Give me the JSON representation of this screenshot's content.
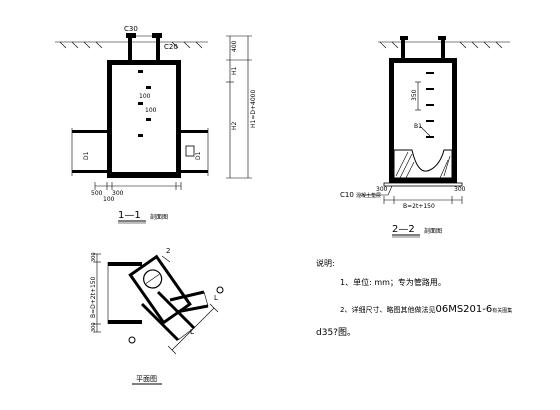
{
  "section_1_1": {
    "title": "1—1",
    "subtitle": "剖面图",
    "cover_label": "C30",
    "slab_label": "C20",
    "dim_top": "400",
    "dim_h1": "H1",
    "dim_h2": "H2",
    "dim_total": "H1=D+4000",
    "pipe_left_label": "D1",
    "pipe_right_label": "D1",
    "inner_labels": [
      "100",
      "100"
    ],
    "dim_bottom_left": "500",
    "dim_bottom_a": "300",
    "dim_bottom_b": "100"
  },
  "section_2_2": {
    "title": "2—2",
    "subtitle": "剖面图",
    "dim_350": "350",
    "dim_label": "B1",
    "base_label": "C10",
    "base_note": "混凝土垫层",
    "dim_left": "300",
    "dim_mid": "B=2t+150",
    "dim_right": "300"
  },
  "plan": {
    "title": "平面图",
    "left_dim": "B=D+2t+150",
    "left_top": "300",
    "left_bottom": "300",
    "labels": [
      "L",
      "L",
      "2"
    ]
  },
  "notes": {
    "heading": "说明:",
    "line1": "1、单位: mm；专为管路用。",
    "line2_prefix": "2、详细尺寸、略图其他做法见",
    "line2_std": "06MS201-6",
    "line2_suffix": "有关图集",
    "line3": "d35?图。"
  }
}
